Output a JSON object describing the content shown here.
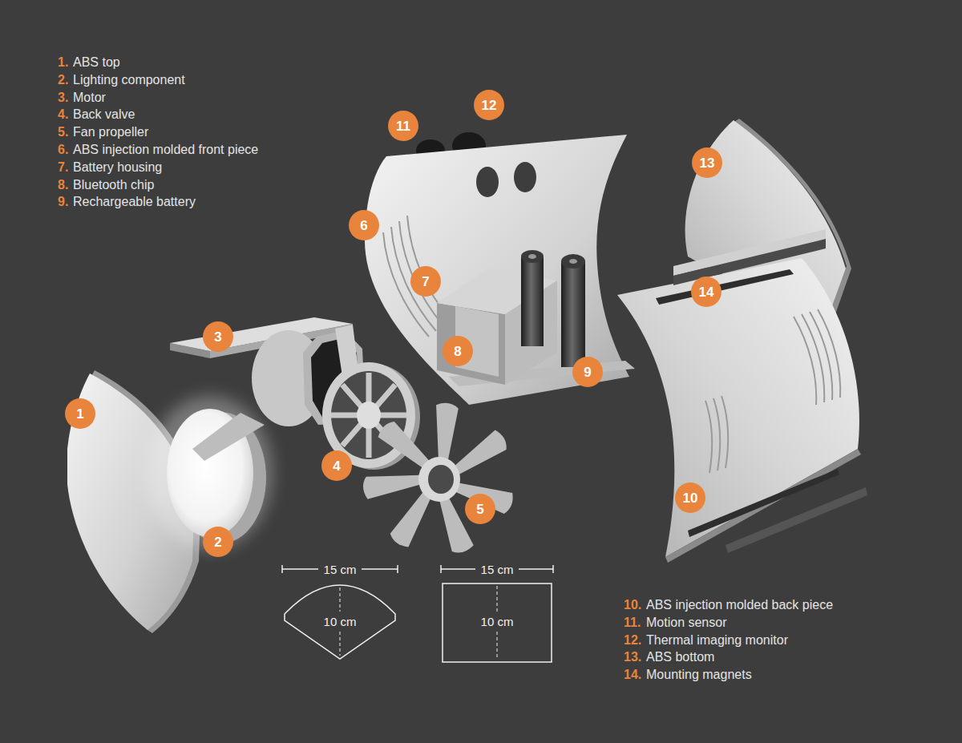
{
  "diagram": {
    "labels": [
      "1.",
      "ABS top",
      "2.",
      "Lighting component",
      "3.",
      "Motor",
      "4.",
      "Back valve",
      "5.",
      "Fan propeller",
      "6.",
      "ABS injection molded front piece",
      "7.",
      "Battery housing",
      "8.",
      "Bluetooth chip",
      "9.",
      "Rechargeable battery",
      "10.",
      "ABS injection molded back piece",
      "11.",
      "Motion sensor",
      "12.",
      "Thermal imaging monitor",
      "13.",
      "ABS bottom",
      "14.",
      "Mounting magnets",
      "1",
      "2",
      "3",
      "4",
      "5",
      "6",
      "7",
      "8",
      "9",
      "10",
      "11",
      "12",
      "13",
      "14",
      "15 cm",
      "10 cm",
      "15 cm",
      "10 cm"
    ]
  }
}
